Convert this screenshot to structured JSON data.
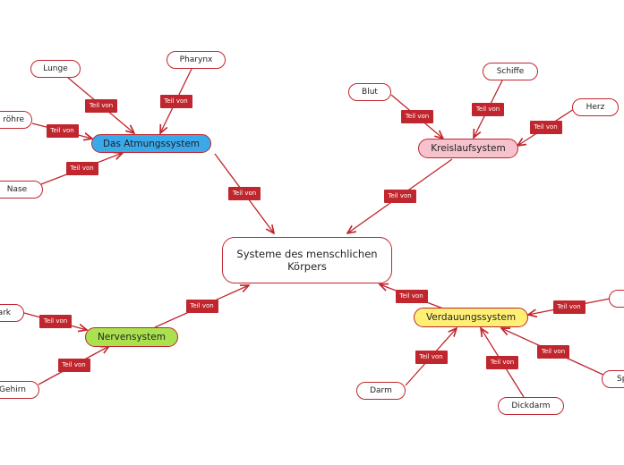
{
  "center": {
    "id": "c",
    "text": "Systeme des menschlichen Körpers"
  },
  "relation_label": "Teil von",
  "hubs": [
    {
      "id": "atmung",
      "text": "Das Atmungssystem",
      "color": "#3aa9ec"
    },
    {
      "id": "kreis",
      "text": "Kreislaufsystem",
      "color": "#f5c2cd"
    },
    {
      "id": "nerven",
      "text": "Nervensystem",
      "color": "#a9e24e"
    },
    {
      "id": "verdau",
      "text": "Verdauungssystem",
      "color": "#fff075"
    }
  ],
  "leaves": [
    {
      "id": "lunge",
      "text": "Lunge",
      "parent": "atmung"
    },
    {
      "id": "pharynx",
      "text": "Pharynx",
      "parent": "atmung"
    },
    {
      "id": "roehre",
      "text": "röhre",
      "parent": "atmung"
    },
    {
      "id": "nase",
      "text": "Nase",
      "parent": "atmung"
    },
    {
      "id": "blut",
      "text": "Blut",
      "parent": "kreis"
    },
    {
      "id": "schiffe",
      "text": "Schiffe",
      "parent": "kreis"
    },
    {
      "id": "herz",
      "text": "Herz",
      "parent": "kreis"
    },
    {
      "id": "mark",
      "text": "ark",
      "parent": "nerven"
    },
    {
      "id": "gehirn",
      "text": "Gehirn",
      "parent": "nerven"
    },
    {
      "id": "darm",
      "text": "Darm",
      "parent": "verdau"
    },
    {
      "id": "dickdarm",
      "text": "Dickdarm",
      "parent": "verdau"
    },
    {
      "id": "sp",
      "text": "Sp",
      "parent": "verdau"
    },
    {
      "id": "extra",
      "text": "",
      "parent": "verdau"
    }
  ],
  "colors": {
    "edge": "#c0262d",
    "label_bg": "#c0262d",
    "label_text": "#ffffff"
  }
}
